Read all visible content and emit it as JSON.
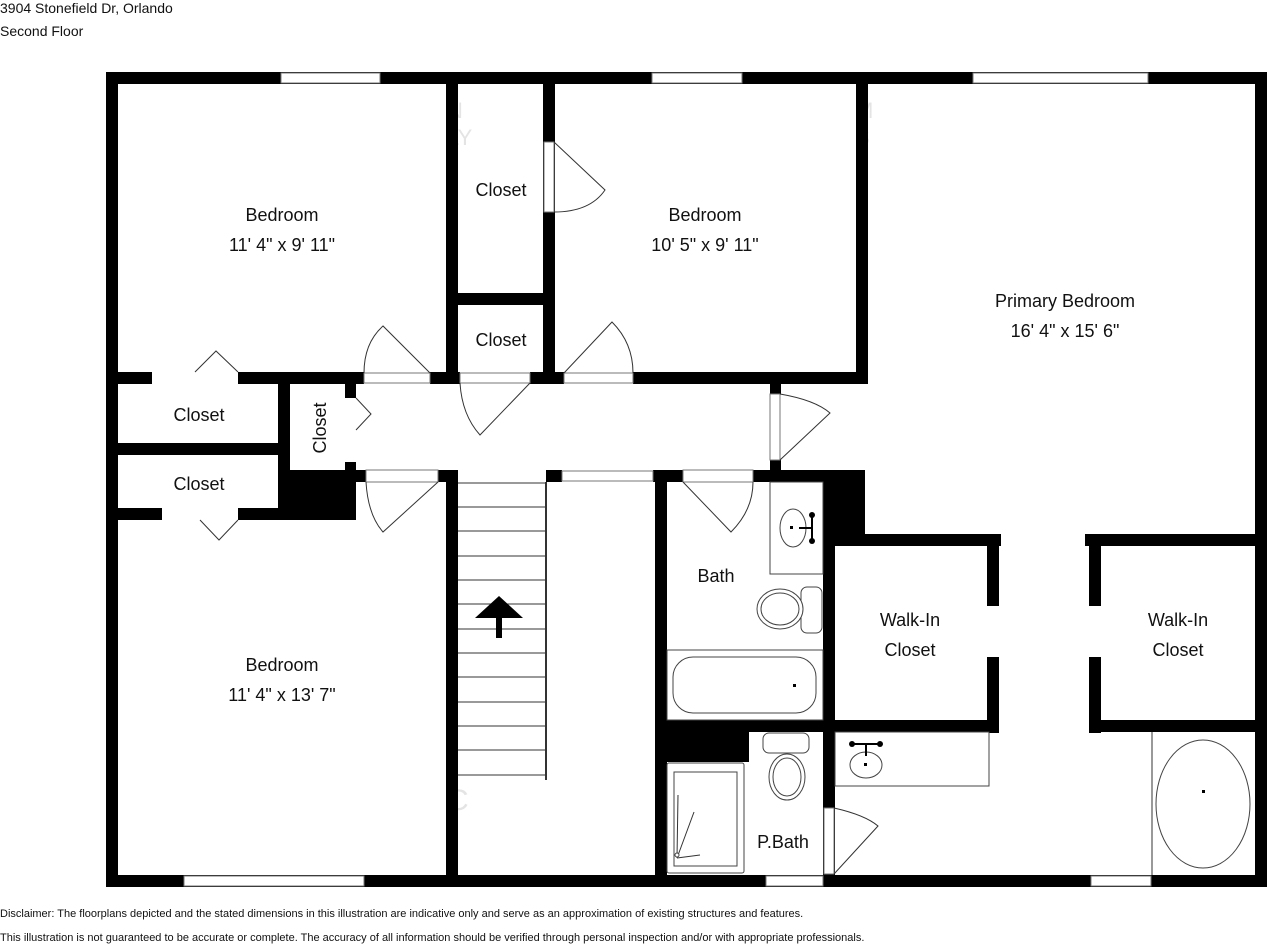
{
  "header": {
    "address": "3904 Stonefield Dr, Orlando",
    "floor": "Second Floor"
  },
  "rooms": {
    "bedroom_top_left": {
      "name": "Bedroom",
      "dims": "11' 4\" x 9' 11\""
    },
    "bedroom_top_middle": {
      "name": "Bedroom",
      "dims": "10' 5\" x 9' 11\""
    },
    "primary_bedroom": {
      "name": "Primary Bedroom",
      "dims": "16' 4\" x 15' 6\""
    },
    "bedroom_bottom_left": {
      "name": "Bedroom",
      "dims": "11' 4\" x 13' 7\""
    },
    "closet_top": {
      "name": "Closet"
    },
    "closet_middle": {
      "name": "Closet"
    },
    "closet_left_upper": {
      "name": "Closet"
    },
    "closet_left_lower": {
      "name": "Closet"
    },
    "closet_hall_vertical": {
      "name": "Closet"
    },
    "bath": {
      "name": "Bath"
    },
    "primary_bath": {
      "name": "P.Bath"
    },
    "walk_in_closet_left": {
      "line1": "Walk-In",
      "line2": "Closet"
    },
    "walk_in_closet_right": {
      "line1": "Walk-In",
      "line2": "Closet"
    }
  },
  "icons": {
    "stair_direction": "arrow-up-icon"
  },
  "disclaimer": {
    "line1": "Disclaimer: The floorplans depicted and the stated dimensions in this illustration are indicative only and serve as an approximation of existing structures and features.",
    "line2": "This illustration is not guaranteed to be accurate or complete. The accuracy of all information should be verified through personal inspection and/or with appropriate professionals."
  }
}
